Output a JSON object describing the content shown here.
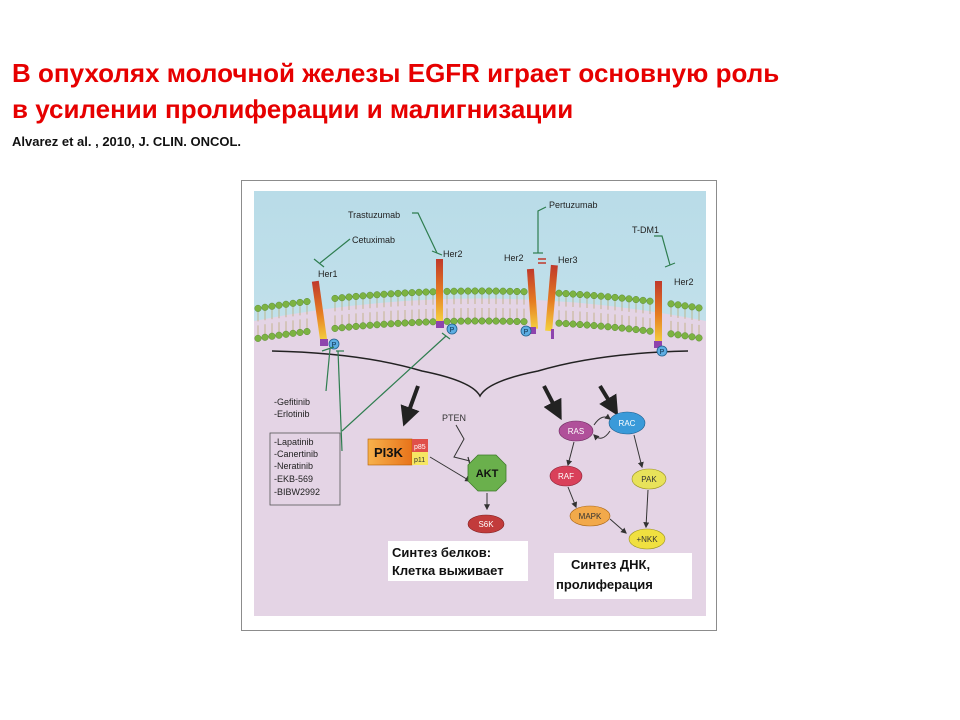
{
  "slide": {
    "title_line1": "В опухолях молочной железы EGFR играет основную роль",
    "title_line2": "в усилении пролиферации и малигнизации",
    "citation": "Alvarez et al. , 2010, J. CLIN. ONCOL."
  },
  "diagram": {
    "drugs": {
      "trastuzumab": "Trastuzumab",
      "cetuximab": "Cetuximab",
      "pertuzumab": "Pertuzumab",
      "tdm1": "T-DM1",
      "tki_group1": [
        "-Gefitinib",
        "-Erlotinib"
      ],
      "tki_group2": [
        "-Lapatinib",
        "-Canertinib",
        "-Neratinib",
        "-EKB-569",
        "-BIBW2992"
      ]
    },
    "receptors": {
      "her1": "Her1",
      "her2_a": "Her2",
      "her2_b": "Her2",
      "her3": "Her3",
      "her2_c": "Her2"
    },
    "phospho_label": "P",
    "nodes": {
      "pten": "PTEN",
      "pi3k": "PI3K",
      "p85": "p85",
      "p110": "p11",
      "akt": "AKT",
      "s6k": "S6K",
      "ras": "RAS",
      "rac": "RAC",
      "raf": "RAF",
      "pak": "PAK",
      "mapk": "MAPK",
      "jnk": "+NKK"
    },
    "outcomes": {
      "left_line1": "Синтез белков:",
      "left_line2": "Клетка выживает",
      "right_line1": "Синтез ДНК,",
      "right_line2": "пролиферация"
    },
    "colors": {
      "title_red": "#e60000",
      "extracellular": "#c7e2ec",
      "cytoplasm": "#e2d2e4",
      "membrane_bead": "#7cb342",
      "inhibitor_line": "#2e7d4f",
      "pi3k_orange": "#f39c3c",
      "akt_green": "#6ab04c",
      "ras_purple": "#b0509a",
      "rac_blue": "#3a9ad9",
      "raf_red": "#d9405a",
      "pak_yellow": "#e8e25a",
      "mapk_orange": "#f2a94a",
      "jnk_yellow": "#f0e040",
      "s6k_red": "#c23b3b"
    }
  }
}
